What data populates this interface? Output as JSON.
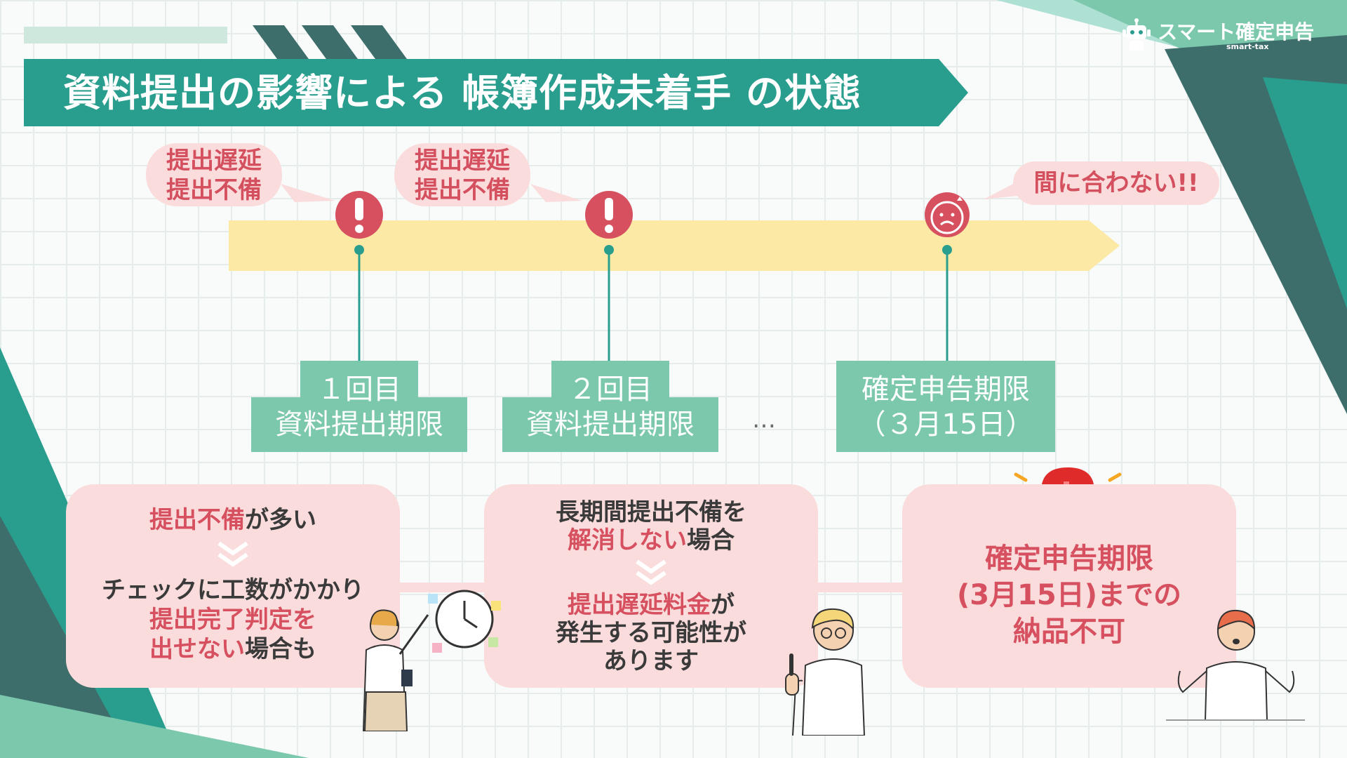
{
  "header": {
    "title": "資料提出の影響による 帳簿作成未着手 の状態"
  },
  "brand": {
    "name": "スマート確定申告",
    "sub": "smart-tax",
    "icon": "robot-icon"
  },
  "timeline": {
    "bubbles": [
      {
        "line1": "提出遅延",
        "line2": "提出不備",
        "icon": "exclamation-icon"
      },
      {
        "line1": "提出遅延",
        "line2": "提出不備",
        "icon": "exclamation-icon"
      },
      {
        "line1": "間に合わない!!",
        "icon": "sad-face-icon"
      }
    ],
    "stages": [
      {
        "line1": "１回目",
        "line2": "資料提出期限"
      },
      {
        "line1": "２回目",
        "line2": "資料提出期限"
      },
      {
        "line1": "確定申告期限",
        "line2": "（３月15日）"
      }
    ],
    "ellipsis": "…"
  },
  "cards": [
    {
      "top_red": "提出不備",
      "top_dark": "が多い",
      "mid": "チェックに工数がかかり",
      "bottom1": "提出完了判定を",
      "bottom2_red": "出せない",
      "bottom2_dark": "場合も",
      "illustration": "woman-with-clock-illustration"
    },
    {
      "top1": "長期間提出不備を",
      "top2_red": "解消しない",
      "top2_dark": "場合",
      "mid_red": "提出遅延料金",
      "mid_dark": "が",
      "bottom1": "発生する可能性が",
      "bottom2": "あります",
      "illustration": "man-pointing-illustration"
    },
    {
      "line1": "確定申告期限",
      "line2": "(3月15日)までの",
      "line3": "納品不可",
      "alarm": "siren-icon",
      "illustration": "confused-man-illustration"
    }
  ],
  "colors": {
    "teal": "#2a9e8e",
    "dark_teal": "#3d6e6b",
    "light_teal": "#7cc8ac",
    "timeline_bar": "#fbe9a5",
    "bubble_pink": "#fadcdc",
    "accent_red": "#d6505f"
  }
}
